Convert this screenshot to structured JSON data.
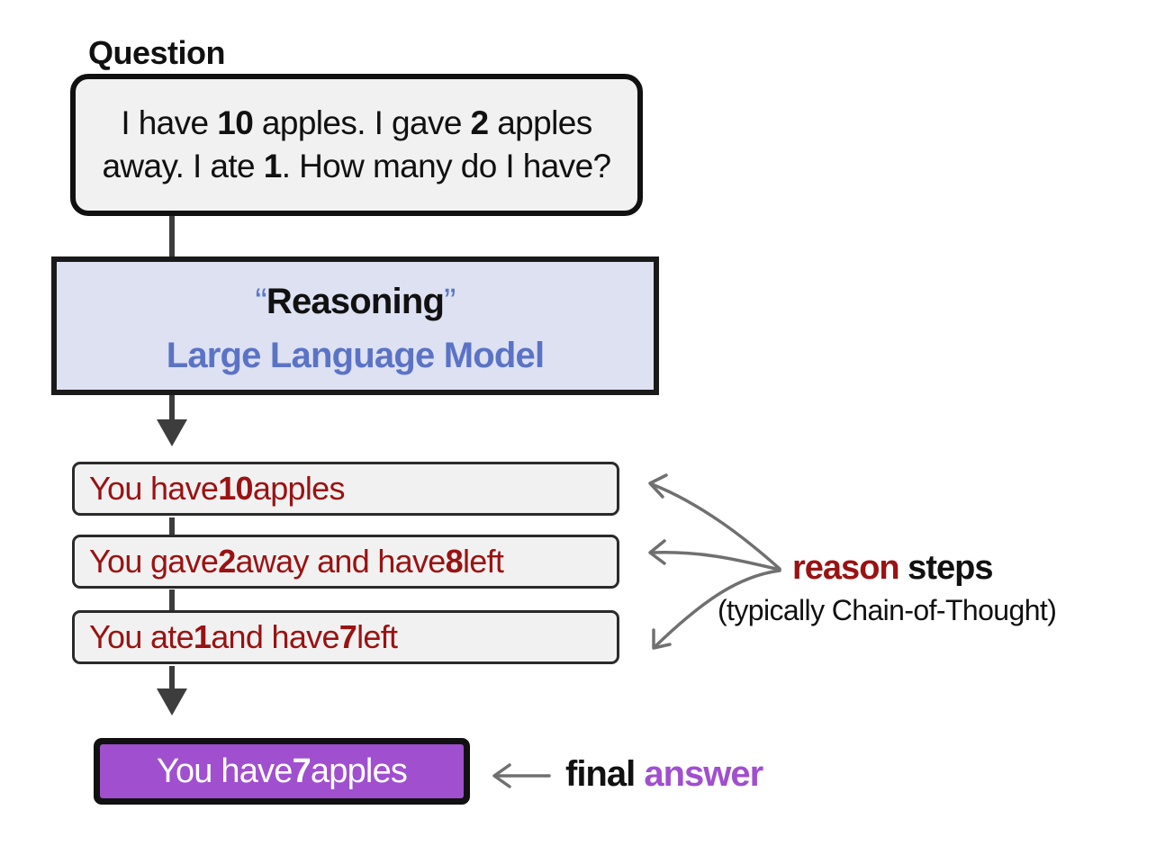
{
  "question": {
    "label": "Question",
    "line1": [
      "I have ",
      "10",
      " apples. I gave ",
      "2",
      " apples"
    ],
    "line2": [
      "away. I ate ",
      "1",
      ". How many do I have?"
    ]
  },
  "model": {
    "quote_open": "“",
    "title": "Reasoning",
    "quote_close": "”",
    "subtitle": "Large Language Model"
  },
  "steps": [
    [
      "You have ",
      "10",
      " apples"
    ],
    [
      "You gave ",
      "2",
      " away and have ",
      "8",
      " left"
    ],
    [
      "You ate ",
      "1",
      " and have ",
      "7",
      " left"
    ]
  ],
  "answer": [
    "You have ",
    "7",
    " apples"
  ],
  "annotations": {
    "reason_word": "reason",
    "steps_word": " steps",
    "reason_subtitle": "(typically Chain-of-Thought)",
    "final_word": "final",
    "answer_word": " answer"
  },
  "colors": {
    "step_text": "#9a1212",
    "model_fill": "#dde1f2",
    "model_subtitle": "#5b73c6",
    "answer_fill": "#a04fcf",
    "arrow_gray": "#707070"
  }
}
